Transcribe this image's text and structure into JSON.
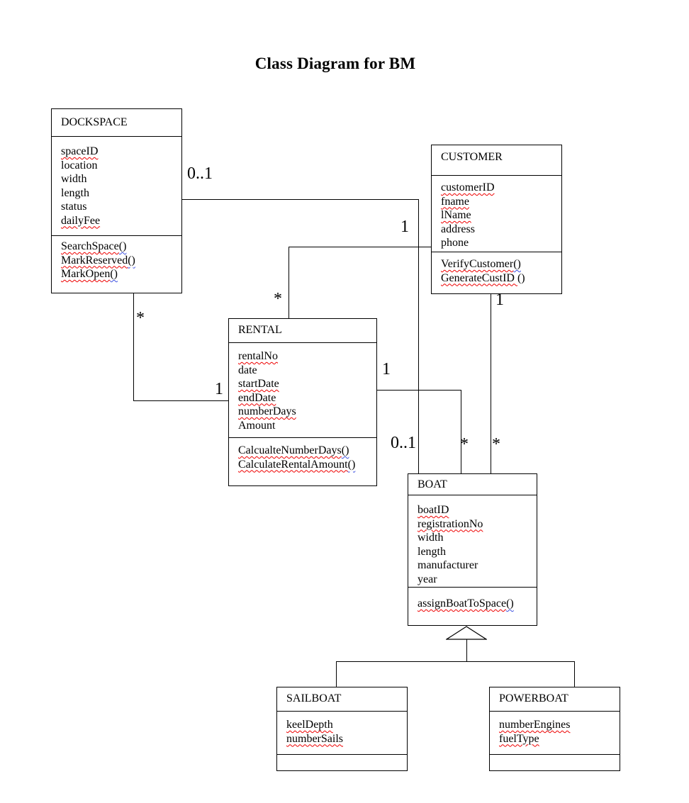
{
  "title": "Class Diagram for BM",
  "colors": {
    "line": "#000000",
    "text": "#000000",
    "background": "#ffffff",
    "spellcheck_red": "#ee0000",
    "grammar_blue": "#3c50e0"
  },
  "classes": {
    "dockspace": {
      "name": "DOCKSPACE",
      "attributes": [
        {
          "text": "spaceID",
          "wavy": true
        },
        {
          "text": "location",
          "wavy": false
        },
        {
          "text": "width",
          "wavy": false
        },
        {
          "text": "length",
          "wavy": false
        },
        {
          "text": "status",
          "wavy": false
        },
        {
          "text": "dailyFee",
          "wavy": true
        }
      ],
      "methods": [
        {
          "text": "SearchSpace()",
          "wavy": true,
          "blue": true
        },
        {
          "text": "MarkReserved()",
          "wavy": true,
          "blue": true
        },
        {
          "text": "MarkOpen()",
          "wavy": true,
          "blue": true
        }
      ]
    },
    "customer": {
      "name": "CUSTOMER",
      "attributes": [
        {
          "text": "customerID",
          "wavy": true
        },
        {
          "text": "fname",
          "wavy": true
        },
        {
          "text": "lName",
          "wavy": true
        },
        {
          "text": "address",
          "wavy": false
        },
        {
          "text": "phone",
          "wavy": false
        }
      ],
      "methods": [
        {
          "text": "VerifyCustomer()",
          "wavy": true,
          "blue": true
        },
        {
          "text": "GenerateCustID ()",
          "wavy": true,
          "blue": false
        }
      ]
    },
    "rental": {
      "name": "RENTAL",
      "attributes": [
        {
          "text": "rentalNo",
          "wavy": true
        },
        {
          "text": "date",
          "wavy": false
        },
        {
          "text": "startDate",
          "wavy": true
        },
        {
          "text": "endDate",
          "wavy": true
        },
        {
          "text": "numberDays",
          "wavy": true
        },
        {
          "text": "Amount",
          "wavy": false
        }
      ],
      "methods": [
        {
          "text": "CalcualteNumberDays()",
          "wavy": true,
          "blue": true
        },
        {
          "text": "CalculateRentalAmount()",
          "wavy": true,
          "blue": true
        }
      ]
    },
    "boat": {
      "name": "BOAT",
      "attributes": [
        {
          "text": "boatID",
          "wavy": true
        },
        {
          "text": "registrationNo",
          "wavy": true
        },
        {
          "text": "width",
          "wavy": false
        },
        {
          "text": "length",
          "wavy": false
        },
        {
          "text": "manufacturer",
          "wavy": false
        },
        {
          "text": "year",
          "wavy": false
        }
      ],
      "methods": [
        {
          "text": "assignBoatToSpace()",
          "wavy": true,
          "blue": true
        }
      ]
    },
    "sailboat": {
      "name": "SAILBOAT",
      "attributes": [
        {
          "text": "keelDepth",
          "wavy": true
        },
        {
          "text": "numberSails",
          "wavy": true
        }
      ],
      "methods": []
    },
    "powerboat": {
      "name": "POWERBOAT",
      "attributes": [
        {
          "text": "numberEngines",
          "wavy": true
        },
        {
          "text": "fuelType",
          "wavy": true
        }
      ],
      "methods": []
    }
  },
  "relationships": {
    "dockspace_boat": {
      "from": "DOCKSPACE",
      "to": "BOAT",
      "from_multiplicity": "0..1",
      "to_multiplicity": "0..1"
    },
    "dockspace_rental": {
      "from": "DOCKSPACE",
      "to": "RENTAL",
      "from_multiplicity": "*",
      "to_multiplicity": "1"
    },
    "customer_rental": {
      "from": "CUSTOMER",
      "to": "RENTAL",
      "from_multiplicity": "1",
      "to_multiplicity": "*"
    },
    "customer_boat": {
      "from": "CUSTOMER",
      "to": "BOAT",
      "from_multiplicity": "1",
      "to_multiplicity": "*"
    },
    "rental_boat": {
      "from": "RENTAL",
      "to": "BOAT",
      "from_multiplicity": "1",
      "to_multiplicity": "*"
    },
    "generalization": {
      "parent": "BOAT",
      "children": [
        "SAILBOAT",
        "POWERBOAT"
      ]
    }
  }
}
